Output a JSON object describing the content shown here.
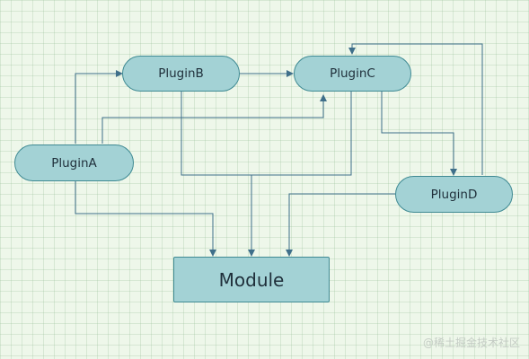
{
  "diagram": {
    "nodes": {
      "plugin_a": "PluginA",
      "plugin_b": "PluginB",
      "plugin_c": "PluginC",
      "plugin_d": "PluginD",
      "module": "Module"
    },
    "edges": [
      {
        "from": "PluginA",
        "to": "PluginB"
      },
      {
        "from": "PluginA",
        "to": "PluginC"
      },
      {
        "from": "PluginA",
        "to": "Module"
      },
      {
        "from": "PluginB",
        "to": "PluginC"
      },
      {
        "from": "PluginB",
        "to": "Module"
      },
      {
        "from": "PluginC",
        "to": "PluginD"
      },
      {
        "from": "PluginC",
        "to": "Module"
      },
      {
        "from": "PluginD",
        "to": "PluginC"
      },
      {
        "from": "PluginD",
        "to": "Module"
      }
    ],
    "colors": {
      "node_fill": "#a3d2d5",
      "node_border": "#3f8a93",
      "edge": "#3f6f8a",
      "background": "#eef7ea"
    }
  },
  "watermark": "@稀土掘金技术社区"
}
